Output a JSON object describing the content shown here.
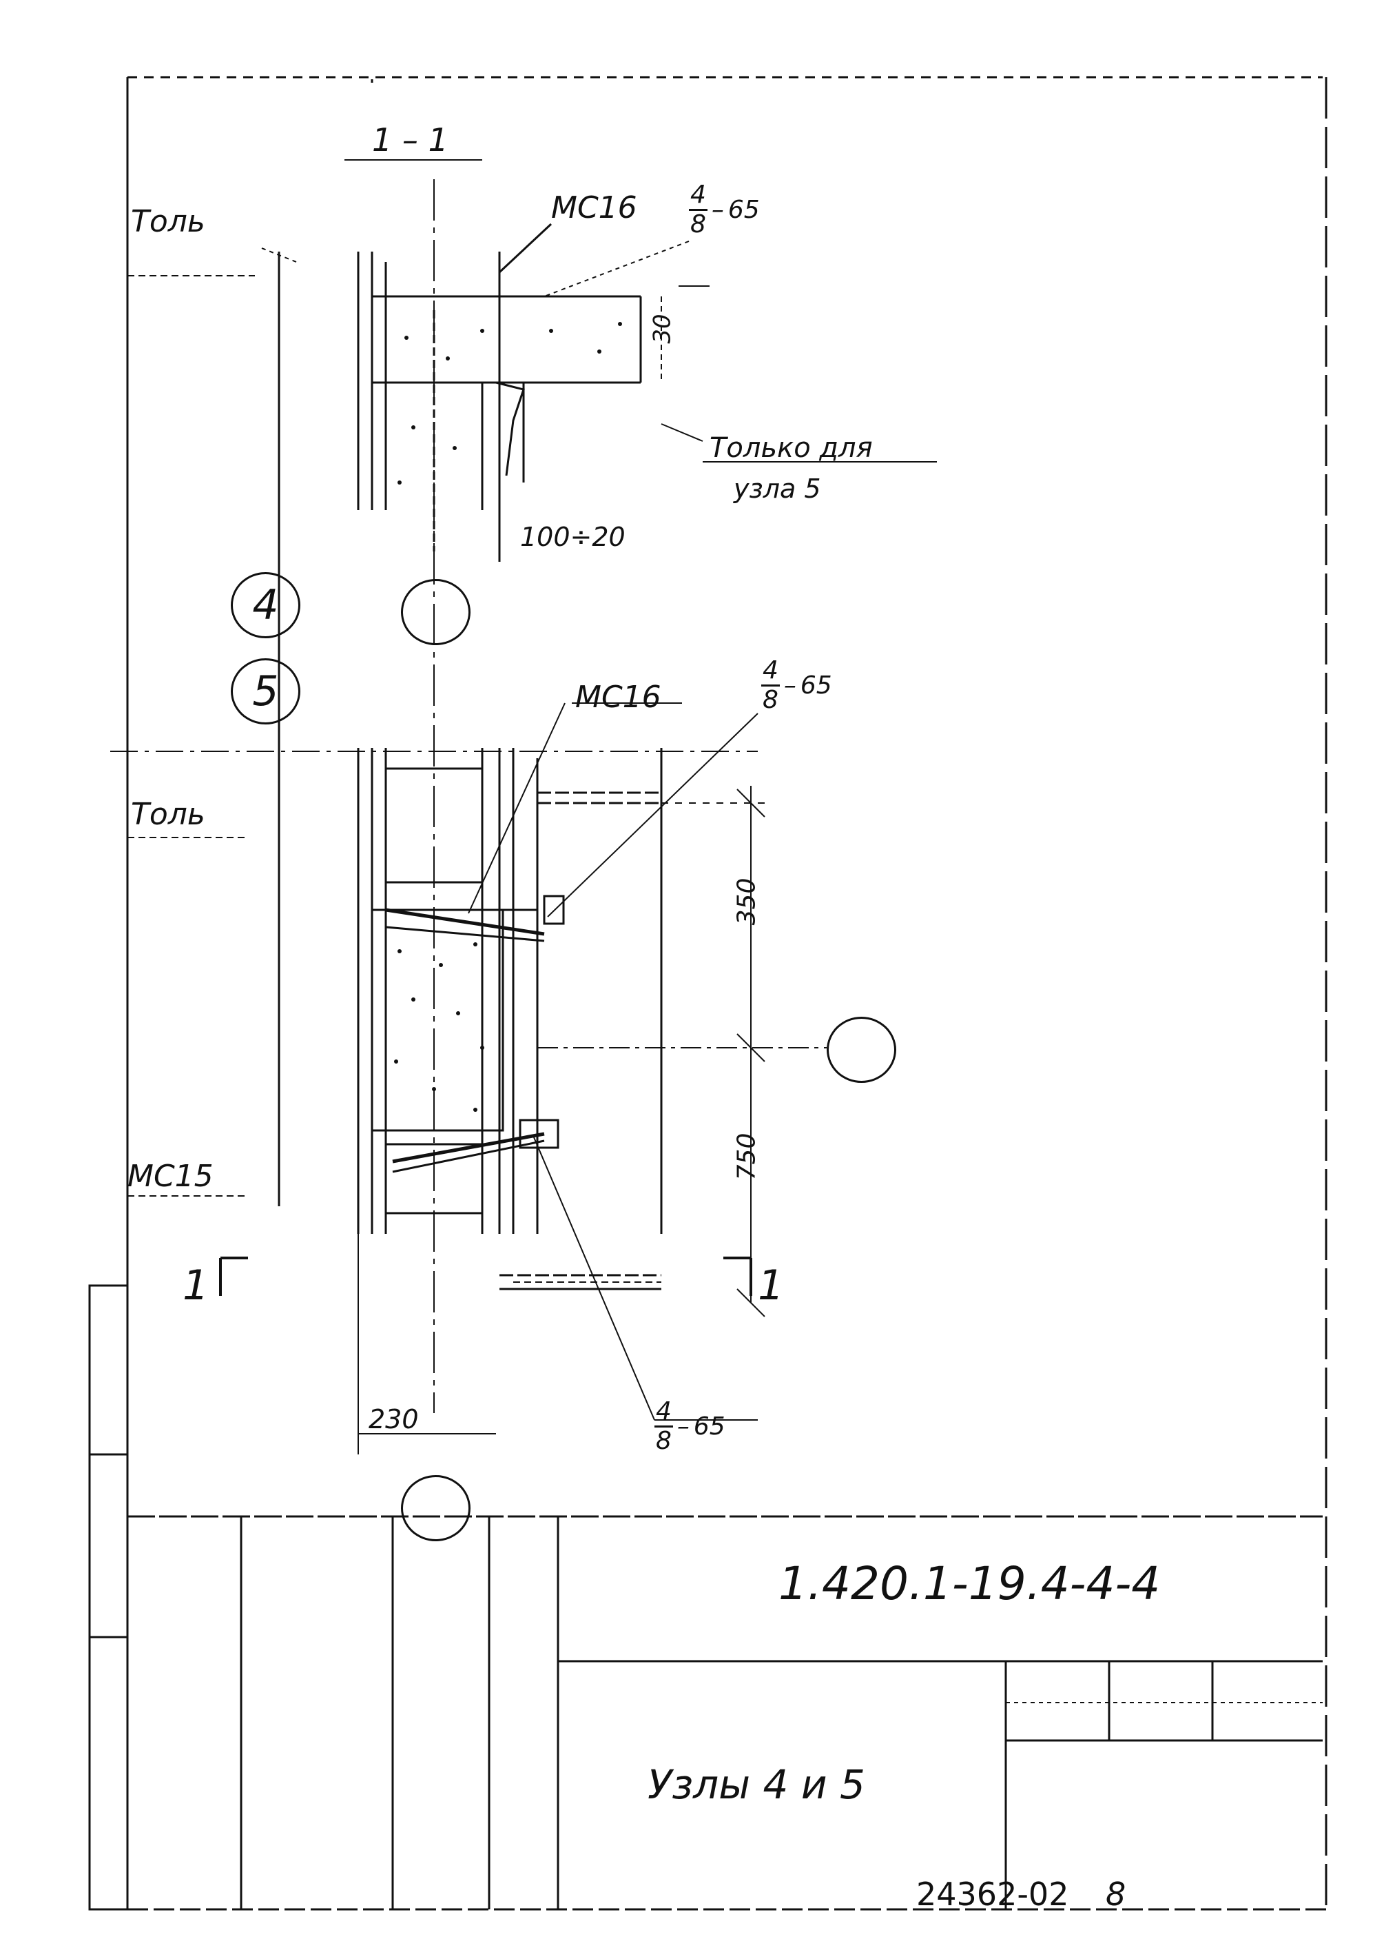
{
  "section": {
    "label": "1 – 1"
  },
  "labels": {
    "tol_top": "Толь",
    "tol_mid": "Толь",
    "mc16_top": "МС16",
    "mc16_mid": "МС16",
    "mc15": "МС15",
    "only_for_1": "Только для",
    "only_for_2": "узла 5",
    "dim_100_20": "100÷20",
    "dim_30": "30",
    "dim_350": "350",
    "dim_750": "750",
    "dim_230": "230",
    "cut_left": "1",
    "cut_right": "1"
  },
  "welds": {
    "w1": {
      "top": "4",
      "bot": "8",
      "len": "65"
    },
    "w2": {
      "top": "4",
      "bot": "8",
      "len": "65"
    },
    "w3": {
      "top": "4",
      "bot": "8",
      "len": "65"
    }
  },
  "node_circles": {
    "n4": "4",
    "n5": "5"
  },
  "title_block": {
    "doc_code": "1.420.1-19.4-4-4",
    "title": "Узлы 4 и 5",
    "inventory": "24362-02",
    "sheet": "8"
  }
}
